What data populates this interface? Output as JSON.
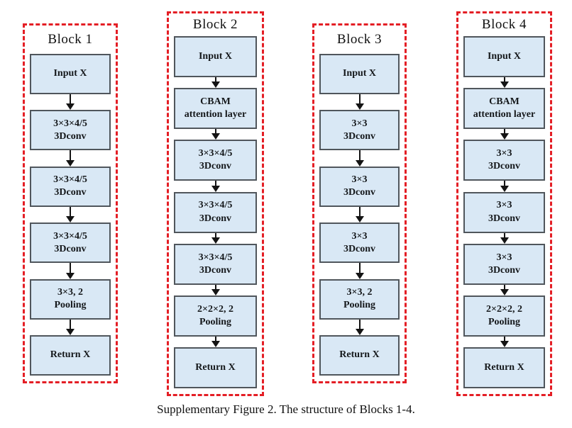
{
  "figure": {
    "caption": "Supplementary Figure 2. The structure of Blocks 1-4."
  },
  "colors": {
    "box_fill": "#d9e8f5",
    "box_border": "#50565c",
    "dashed_frame": "#e41e25",
    "arrow": "#141414",
    "background": "#ffffff"
  },
  "blocks": [
    {
      "title": "Block 1",
      "boxes": [
        "Input X",
        "3×3×4/5\n3Dconv",
        "3×3×4/5\n3Dconv",
        "3×3×4/5\n3Dconv",
        "3×3, 2\nPooling",
        "Return X"
      ]
    },
    {
      "title": "Block 2",
      "boxes": [
        "Input X",
        "CBAM\nattention layer",
        "3×3×4/5\n3Dconv",
        "3×3×4/5\n3Dconv",
        "3×3×4/5\n3Dconv",
        "2×2×2, 2\nPooling",
        "Return X"
      ]
    },
    {
      "title": "Block 3",
      "boxes": [
        "Input X",
        "3×3\n3Dconv",
        "3×3\n3Dconv",
        "3×3\n3Dconv",
        "3×3, 2\nPooling",
        "Return X"
      ]
    },
    {
      "title": "Block 4",
      "boxes": [
        "Input X",
        "CBAM\nattention layer",
        "3×3\n3Dconv",
        "3×3\n3Dconv",
        "3×3\n3Dconv",
        "2×2×2, 2\nPooling",
        "Return X"
      ]
    }
  ]
}
